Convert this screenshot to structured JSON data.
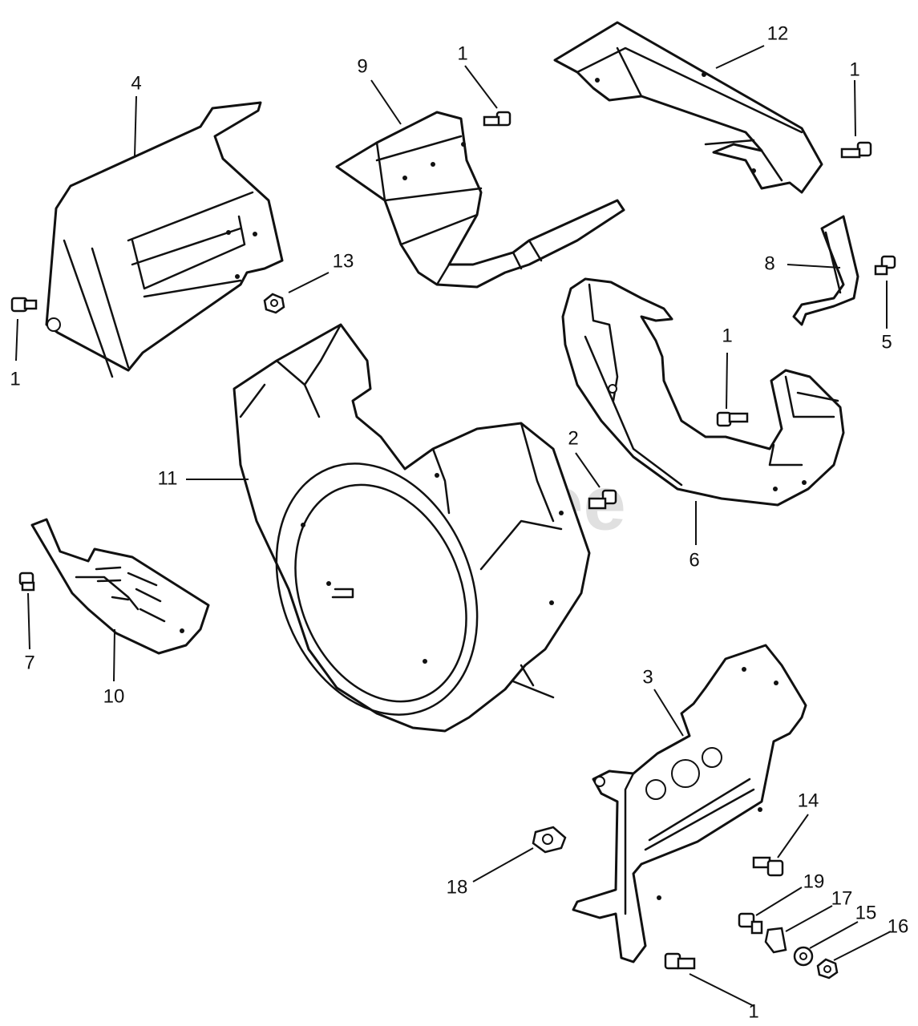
{
  "watermark": {
    "text": "PartsTree",
    "trademark": "™"
  },
  "callouts": [
    "1",
    "1",
    "1",
    "1",
    "1",
    "2",
    "3",
    "4",
    "5",
    "6",
    "7",
    "8",
    "9",
    "10",
    "11",
    "12",
    "13",
    "14",
    "15",
    "16",
    "17",
    "18",
    "19"
  ]
}
